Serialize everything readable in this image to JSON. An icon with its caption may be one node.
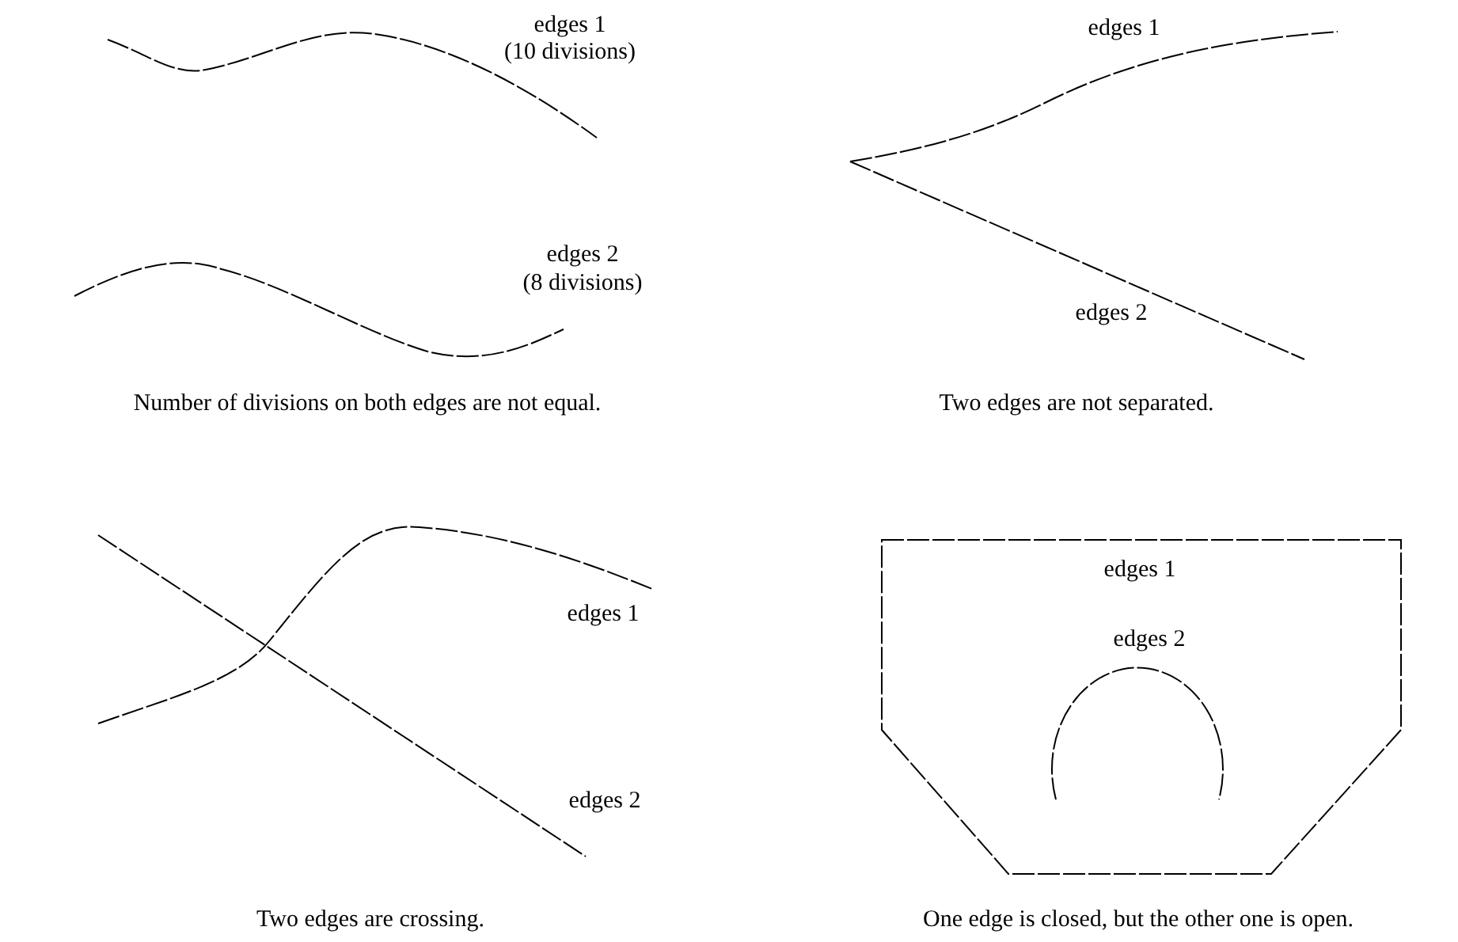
{
  "diagram": {
    "labels": [
      "edges 1",
      "(10 divisions)",
      "edges 1",
      "edges 2",
      "(8 divisions)",
      "edges 2",
      "Number of divisions on both edges are not equal.",
      "Two edges are not separated.",
      "edges 1",
      "edges 1",
      "edges 2",
      "edges 2",
      "Two edges are crossing.",
      "One edge is closed, but the other one is open."
    ]
  }
}
